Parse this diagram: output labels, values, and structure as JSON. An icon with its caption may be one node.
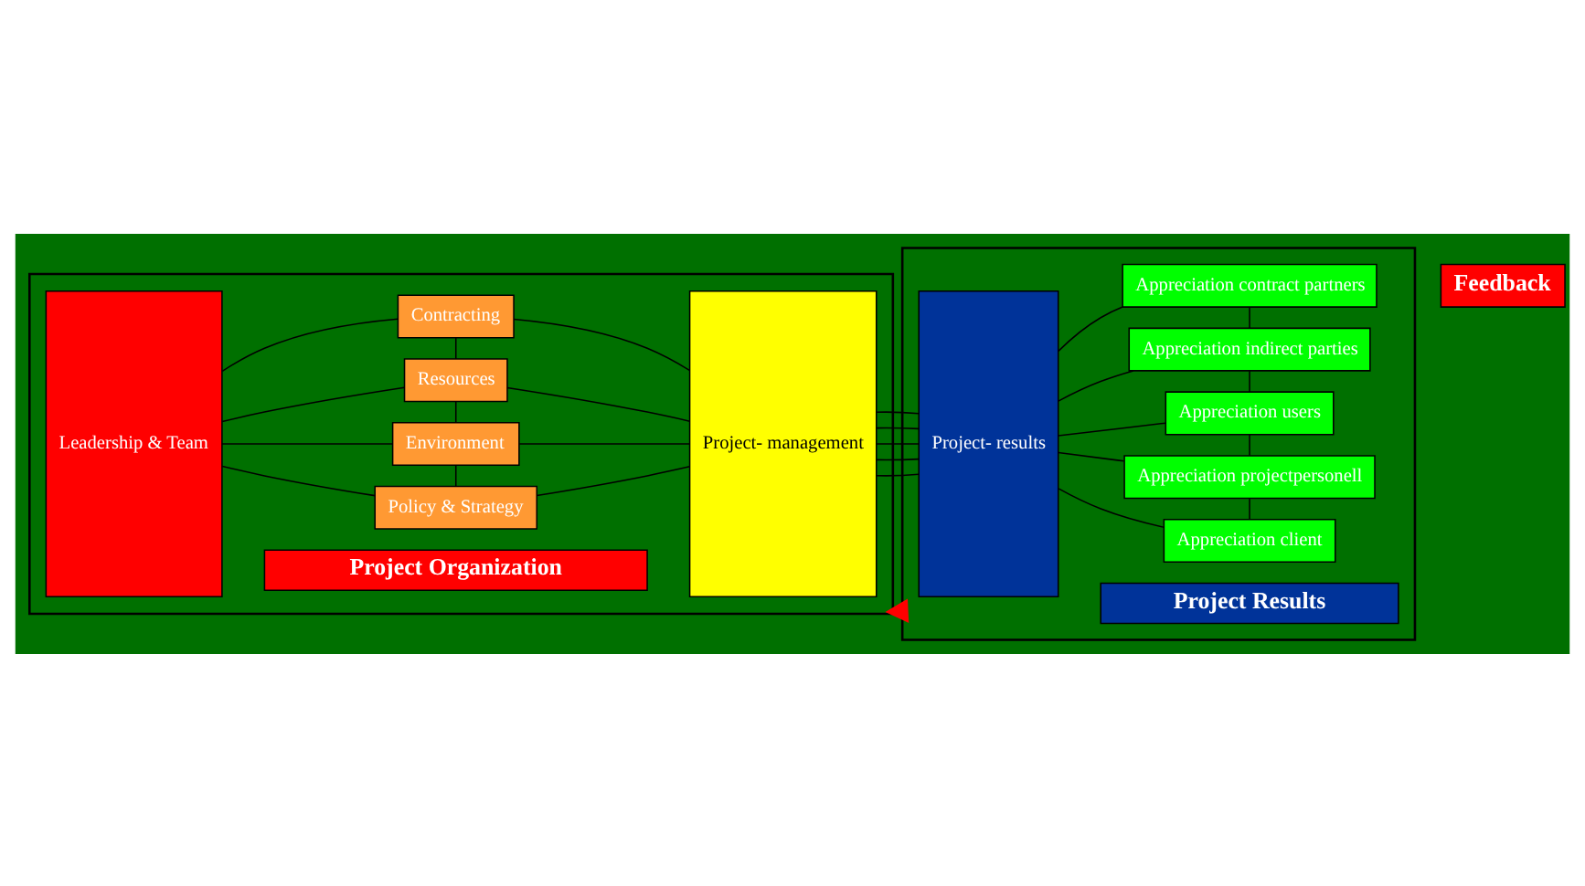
{
  "diagram": {
    "nodes": [
      {
        "text": [],
        "shape": "box"
      },
      {
        "text": [
          "Project Organization"
        ],
        "in": 0
      },
      {
        "text": [
          "Leadership & Team"
        ],
        "in": 0
      },
      {
        "text": [
          "Policy & Strategy"
        ],
        "in": 0
      },
      {
        "text": [
          "Environment"
        ],
        "in": 0
      },
      {
        "text": [
          "Resources"
        ],
        "in": 0
      },
      {
        "text": [
          "Contracting"
        ],
        "in": 0
      },
      {
        "text": [
          "Project- management"
        ],
        "in": 0
      },
      {
        "text": [],
        "shape": "box"
      },
      {
        "text": [
          "Project Results"
        ],
        "in": 8
      },
      {
        "text": [
          "Project- results"
        ],
        "in": 8
      },
      {
        "text": [
          "Appreciation client"
        ],
        "in": 8
      },
      {
        "text": [
          "Appreciation projectpersonell"
        ],
        "in": 8
      },
      {
        "text": [
          "Appreciation users"
        ],
        "in": 8
      },
      {
        "text": [
          "Appreciation indirect parties"
        ],
        "in": 8
      },
      {
        "text": [
          "Appreciation contract partners"
        ],
        "in": 8
      },
      {
        "text": [
          "Feedback"
        ]
      }
    ],
    "edges": [
      {
        "from": 2,
        "to": 3,
        "arrow": "none"
      },
      {
        "from": 2,
        "to": 4,
        "arrow": "none"
      },
      {
        "from": 2,
        "to": 5,
        "arrow": "none"
      },
      {
        "from": 2,
        "to": 6,
        "arrow": "none"
      },
      {
        "from": 3,
        "to": 4,
        "arrow": "none"
      },
      {
        "from": 4,
        "to": 5,
        "arrow": "none"
      },
      {
        "from": 5,
        "to": 6,
        "arrow": "none"
      },
      {
        "from": 3,
        "to": 7,
        "arrow": "none"
      },
      {
        "from": 4,
        "to": 7,
        "arrow": "none"
      },
      {
        "from": 5,
        "to": 7,
        "arrow": "none"
      },
      {
        "from": 6,
        "to": 7,
        "arrow": "none"
      },
      {
        "from": 7,
        "to": 10,
        "arrow": "none"
      },
      {
        "from": 7,
        "to": 10,
        "arrow": "none"
      },
      {
        "from": 7,
        "to": 10,
        "arrow": "none"
      },
      {
        "from": 7,
        "to": 10,
        "arrow": "none"
      },
      {
        "from": 7,
        "to": 10,
        "arrow": "none"
      },
      {
        "from": 10,
        "to": 11,
        "arrow": "none"
      },
      {
        "from": 10,
        "to": 12,
        "arrow": "none"
      },
      {
        "from": 10,
        "to": 13,
        "arrow": "none"
      },
      {
        "from": 10,
        "to": 14,
        "arrow": "none"
      },
      {
        "from": 10,
        "to": 15,
        "arrow": "none"
      },
      {
        "from": 11,
        "to": 12,
        "arrow": "none"
      },
      {
        "from": 12,
        "to": 13,
        "arrow": "none"
      },
      {
        "from": 13,
        "to": 14,
        "arrow": "none"
      },
      {
        "from": 14,
        "to": 15,
        "arrow": "none"
      },
      {
        "from": 8,
        "to": 0,
        "arrow": "to",
        "style": "thick",
        "color": "#ff0000"
      }
    ]
  }
}
